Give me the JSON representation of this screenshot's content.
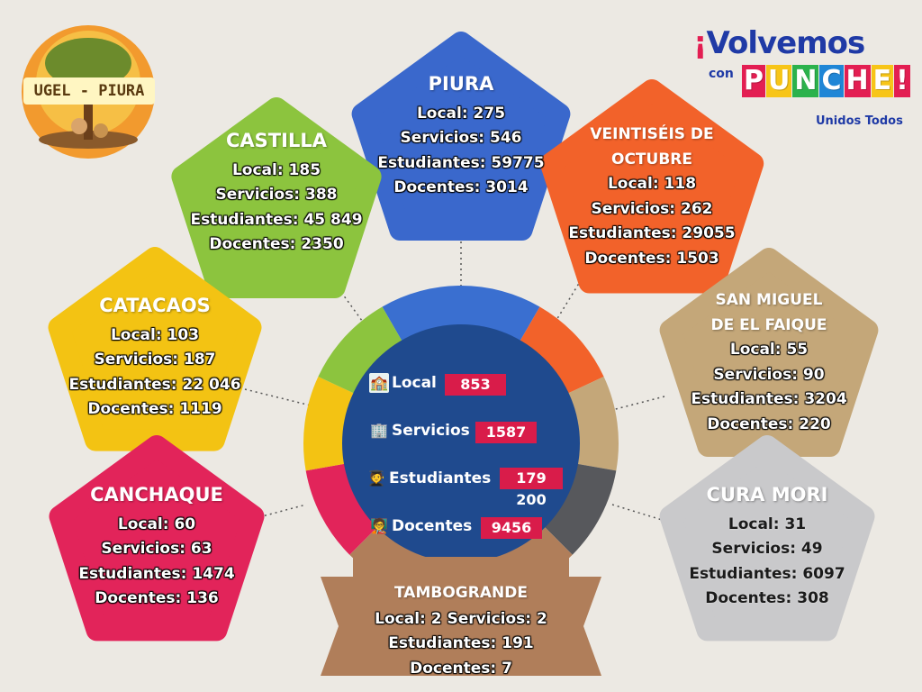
{
  "header": {
    "ugel_logo_text": "UGEL - PIURA",
    "campaign_title": "Volvemos",
    "campaign_con": "con",
    "campaign_punche": [
      "P",
      "U",
      "N",
      "C",
      "H",
      "E",
      "!"
    ],
    "campaign_punche_colors": [
      "#e31e52",
      "#f7c518",
      "#2bb24c",
      "#1f86d6",
      "#e31e52",
      "#f7c518",
      "#e31e52"
    ],
    "campaign_subtitle": "Unidos Todos"
  },
  "totals": {
    "local": {
      "label": "Local",
      "value": "853",
      "icon": "school-building-icon"
    },
    "servicios": {
      "label": "Servicios",
      "value": "1587",
      "icon": "office-building-icon"
    },
    "estudiantes": {
      "label": "Estudiantes",
      "value": "179 200",
      "icon": "students-icon"
    },
    "docentes": {
      "label": "Docentes",
      "value": "9456",
      "icon": "teacher-icon"
    }
  },
  "districts": {
    "piura": {
      "name": "PIURA",
      "color": "#3a68cc",
      "local": "Local: 275",
      "servicios": "Servicios: 546",
      "estudiantes": "Estudiantes: 59775",
      "docentes": "Docentes: 3014"
    },
    "castilla": {
      "name": "CASTILLA",
      "color": "#8cc43e",
      "local": "Local: 185",
      "servicios": "Servicios: 388",
      "estudiantes": "Estudiantes: 45 849",
      "docentes": "Docentes: 2350"
    },
    "veintiseis": {
      "name_line1": "VEINTISÉIS DE",
      "name_line2": "OCTUBRE",
      "color": "#f2622a",
      "local": "Local: 118",
      "servicios": "Servicios: 262",
      "estudiantes": "Estudiantes: 29055",
      "docentes": "Docentes: 1503"
    },
    "catacaos": {
      "name": "CATACAOS",
      "color": "#f3c313",
      "local": "Local: 103",
      "servicios": "Servicios: 187",
      "estudiantes": "Estudiantes: 22 046",
      "docentes": "Docentes: 1119"
    },
    "san_miguel": {
      "name_line1": "SAN MIGUEL",
      "name_line2": "DE EL FAIQUE",
      "color": "#c4a779",
      "local": "Local: 55",
      "servicios": "Servicios: 90",
      "estudiantes": "Estudiantes: 3204",
      "docentes": "Docentes: 220"
    },
    "canchaque": {
      "name": "CANCHAQUE",
      "color": "#e2245a",
      "local": "Local: 60",
      "servicios": "Servicios: 63",
      "estudiantes": "Estudiantes: 1474",
      "docentes": "Docentes: 136"
    },
    "cura_mori": {
      "name": "CURA MORI",
      "color": "#c9c9cb",
      "local": "Local: 31",
      "servicios": "Servicios: 49",
      "estudiantes": "Estudiantes: 6097",
      "docentes": "Docentes: 308"
    },
    "tambogrande": {
      "name": "TAMBOGRANDE",
      "color": "#b07e5a",
      "local_servicios": "Local: 2 Servicios: 2",
      "estudiantes": "Estudiantes: 191",
      "docentes": "Docentes: 7"
    }
  },
  "ring_colors": {
    "piura": "#3a6fd0",
    "veintiseis": "#f2622a",
    "san_miguel": "#c4a779",
    "cura_mori": "#57585c",
    "tambogrande": "#b07e5a",
    "canchaque": "#e2245a",
    "catacaos": "#f3c313",
    "castilla": "#8cc43e",
    "center": "#1f4a8e"
  }
}
